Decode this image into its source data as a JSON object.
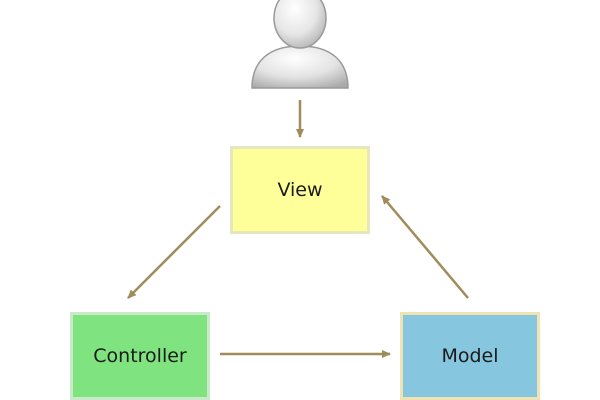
{
  "diagram": {
    "nodes": {
      "view": {
        "label": "View",
        "fill": "#ffff99",
        "border": "#e6e6bf"
      },
      "controller": {
        "label": "Controller",
        "fill": "#7fe37f",
        "border": "#c9e9c9"
      },
      "model": {
        "label": "Model",
        "fill": "#86c6df",
        "border": "#efe3b4"
      }
    },
    "edges": [
      {
        "from": "user",
        "to": "view"
      },
      {
        "from": "view",
        "to": "controller"
      },
      {
        "from": "controller",
        "to": "model"
      },
      {
        "from": "model",
        "to": "view"
      }
    ],
    "arrow_color": "#a08c5a",
    "user_icon": "user-silhouette-icon"
  }
}
